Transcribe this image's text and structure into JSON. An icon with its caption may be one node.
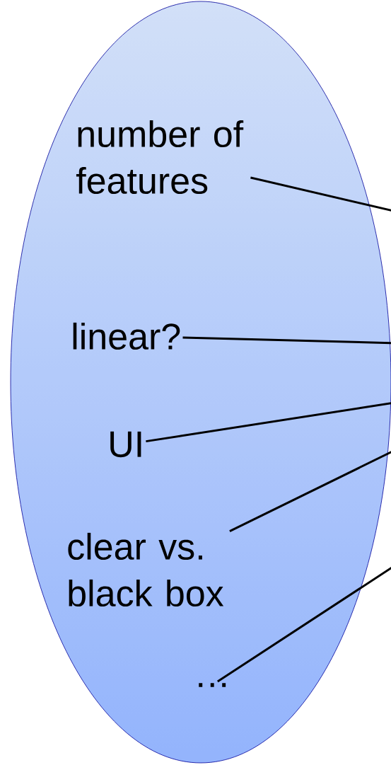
{
  "diagram": {
    "nodes": [
      {
        "text": [],
        "shape": "ellipse"
      },
      {
        "text": [
          "number of features"
        ],
        "in": 0
      },
      {
        "text": [
          "linear?"
        ],
        "in": 0
      },
      {
        "text": [
          "UI"
        ],
        "in": 0
      },
      {
        "text": [
          "clear vs. black box"
        ],
        "in": 0
      },
      {
        "text": [
          "…"
        ],
        "in": 0
      }
    ],
    "edges": [
      {
        "from": 1,
        "to": null,
        "arrow": "none"
      },
      {
        "from": 2,
        "to": null,
        "arrow": "none"
      },
      {
        "from": 3,
        "to": null,
        "arrow": "none"
      },
      {
        "from": 4,
        "to": null,
        "arrow": "none"
      },
      {
        "from": 5,
        "to": null,
        "arrow": "none"
      }
    ]
  }
}
